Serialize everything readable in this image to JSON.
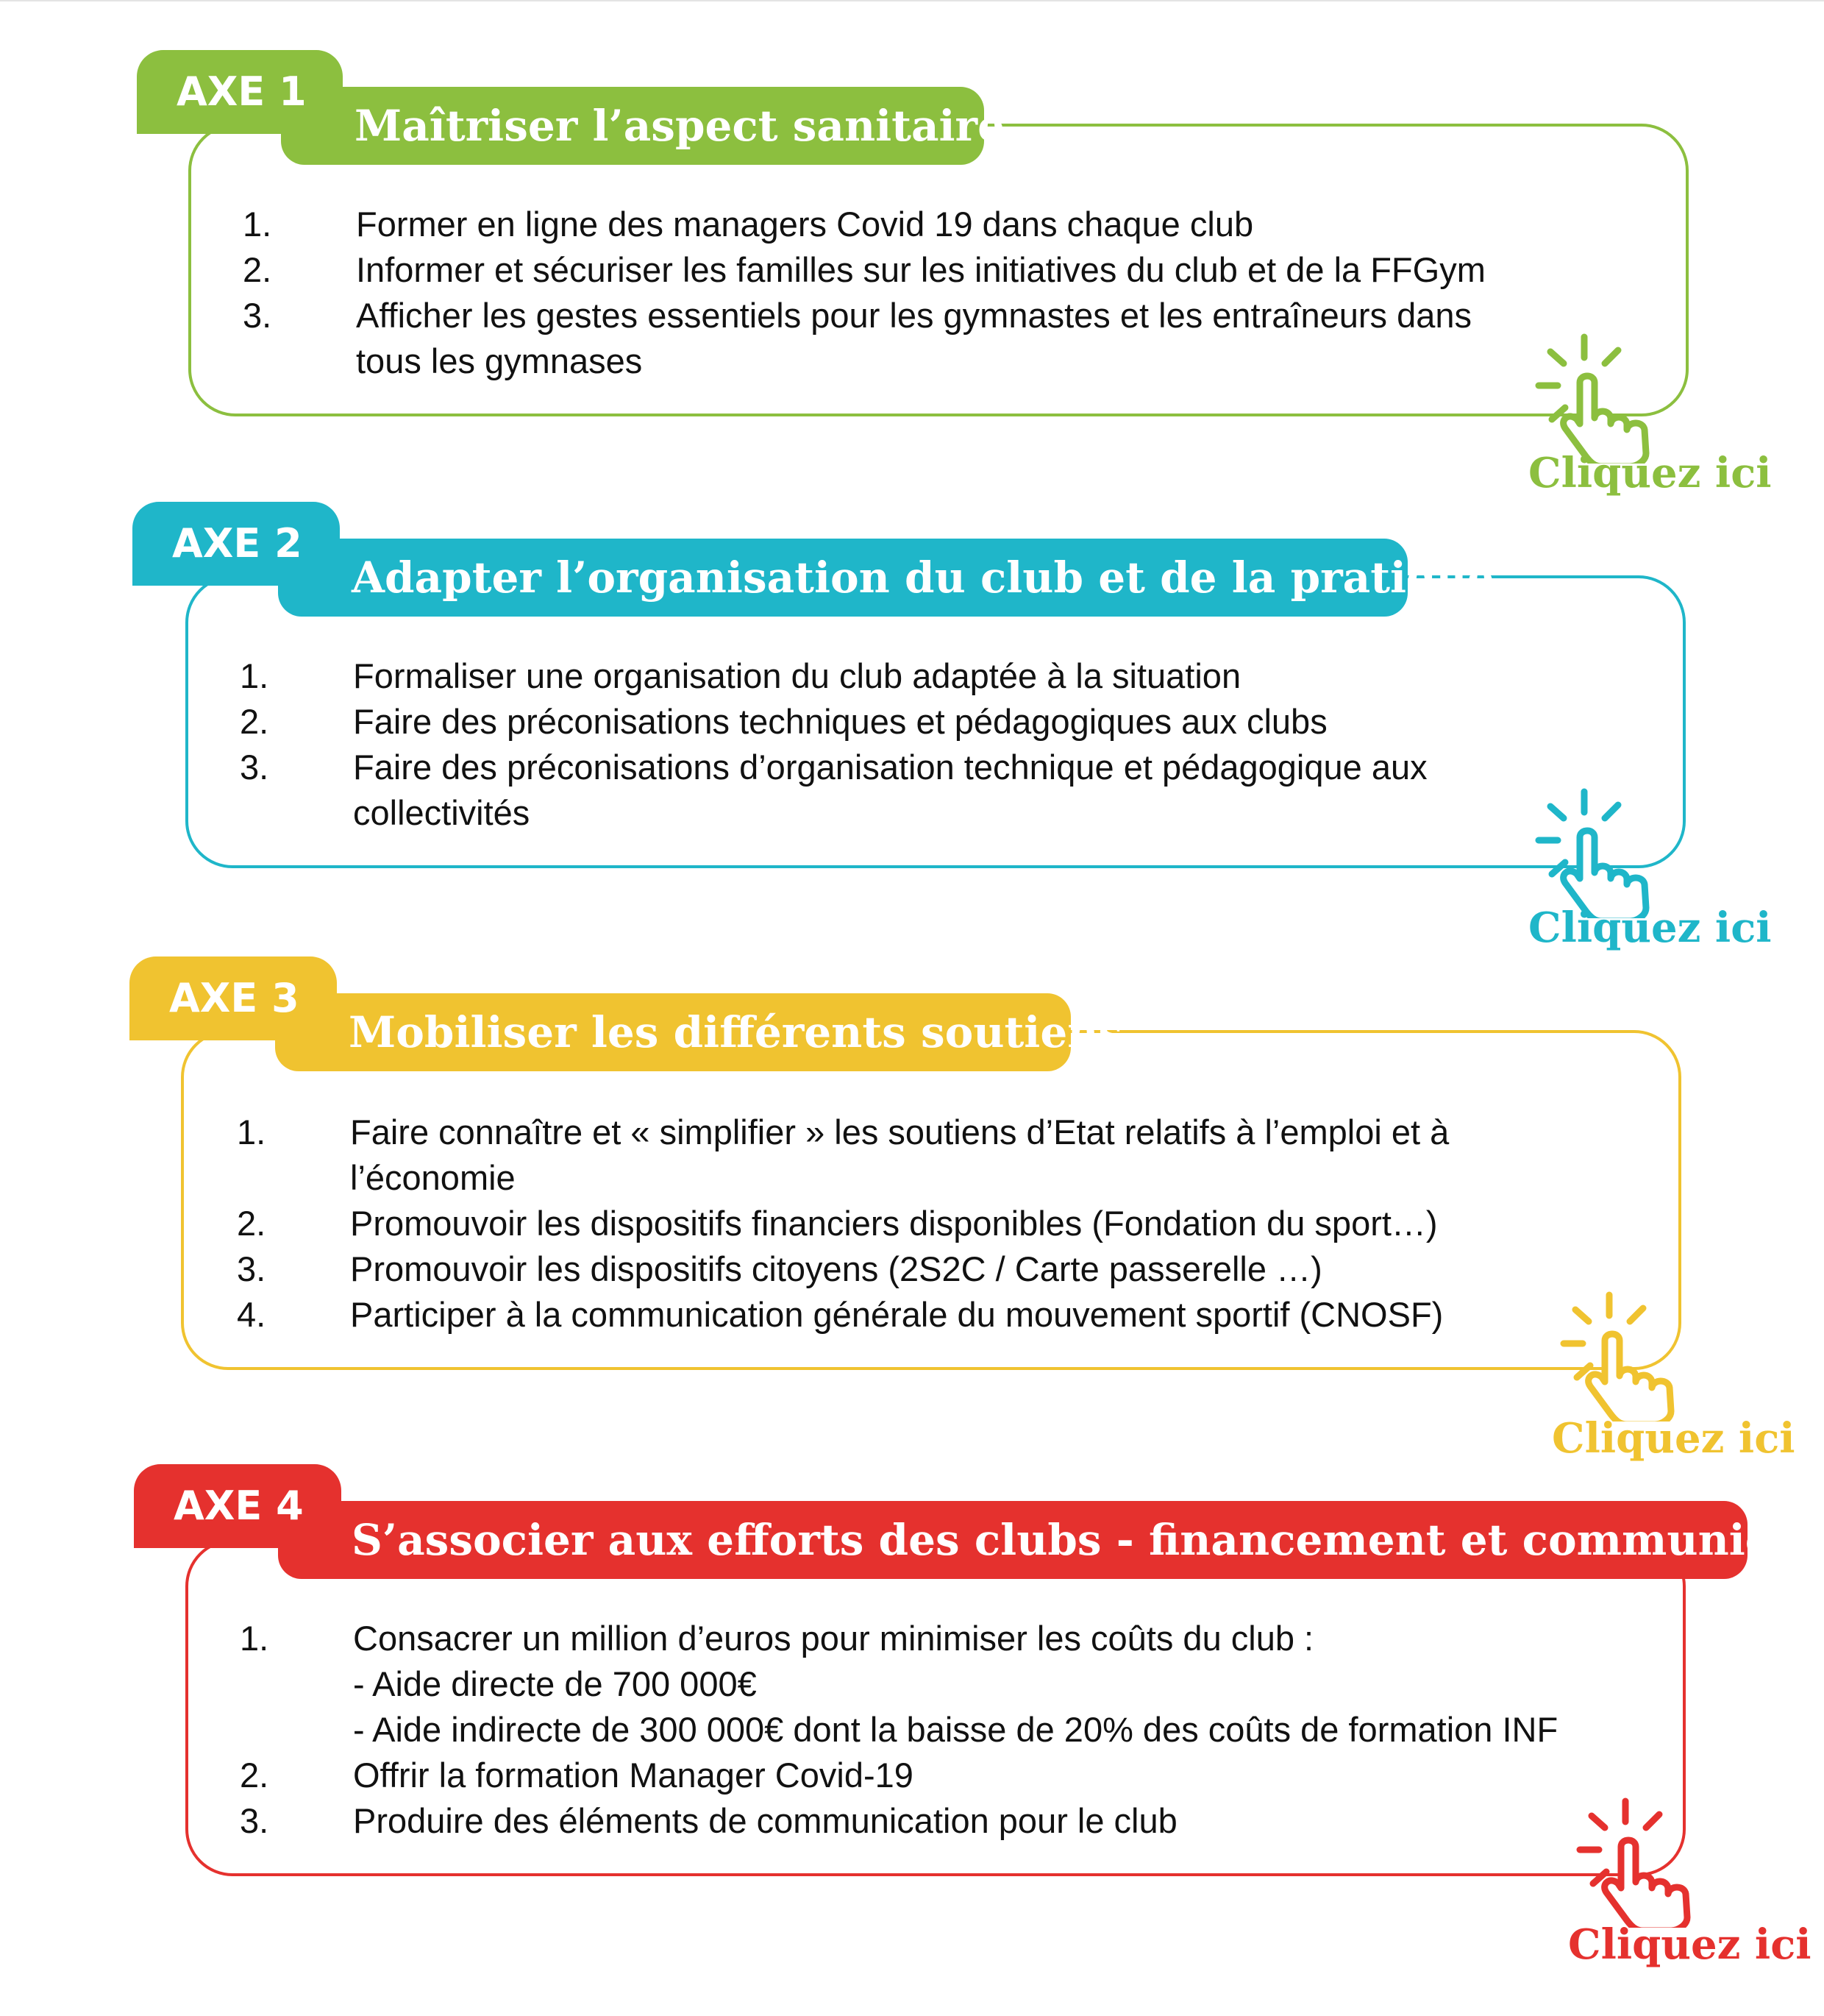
{
  "colors": {
    "axe1": "#8cbf3f",
    "axe2": "#1fb6c9",
    "axe3": "#f0c330",
    "axe4": "#e5312e"
  },
  "axes": [
    {
      "tab": "AXE 1",
      "title": "Maîtriser l’aspect sanitaire",
      "items": [
        {
          "num": "1.",
          "lines": [
            "Former en ligne des managers Covid 19  dans chaque club"
          ]
        },
        {
          "num": "2.",
          "lines": [
            "Informer et sécuriser les familles sur les initiatives du club et de la FFGym"
          ]
        },
        {
          "num": "3.",
          "lines": [
            "Afficher les gestes essentiels pour les gymnastes et les entraîneurs dans",
            "tous les gymnases"
          ]
        }
      ],
      "cta": "Cliquez ici"
    },
    {
      "tab": "AXE 2",
      "title": "Adapter l’organisation du club et de la pratique",
      "items": [
        {
          "num": "1.",
          "lines": [
            "Formaliser une organisation du club adaptée à la situation"
          ]
        },
        {
          "num": "2.",
          "lines": [
            "Faire des préconisations techniques et pédagogiques aux clubs"
          ]
        },
        {
          "num": "3.",
          "lines": [
            "Faire des préconisations d’organisation technique et pédagogique aux",
            "collectivités"
          ]
        }
      ],
      "cta": "Cliquez ici"
    },
    {
      "tab": "AXE 3",
      "title": "Mobiliser les différents soutiens",
      "items": [
        {
          "num": "1.",
          "lines": [
            "Faire connaître et « simplifier » les soutiens d’Etat relatifs à l’emploi et à",
            "l’économie"
          ]
        },
        {
          "num": "2.",
          "lines": [
            "Promouvoir les dispositifs financiers disponibles (Fondation du sport…)"
          ]
        },
        {
          "num": "3.",
          "lines": [
            "Promouvoir les dispositifs citoyens (2S2C / Carte passerelle …)"
          ]
        },
        {
          "num": "4.",
          "lines": [
            "Participer à la communication générale du mouvement sportif (CNOSF)"
          ]
        }
      ],
      "cta": "Cliquez ici"
    },
    {
      "tab": "AXE 4",
      "title": "S’associer aux efforts des clubs - financement et communication",
      "items": [
        {
          "num": "1.",
          "lines": [
            "Consacrer un million d’euros pour minimiser les coûts du club :",
            "- Aide directe de 700 000€",
            "- Aide indirecte de 300 000€ dont la baisse de 20% des coûts de formation INF"
          ]
        },
        {
          "num": "2.",
          "lines": [
            "Offrir la formation Manager Covid-19"
          ]
        },
        {
          "num": "3.",
          "lines": [
            "Produire des éléments de communication pour le club"
          ]
        }
      ],
      "cta": "Cliquez ici"
    }
  ]
}
